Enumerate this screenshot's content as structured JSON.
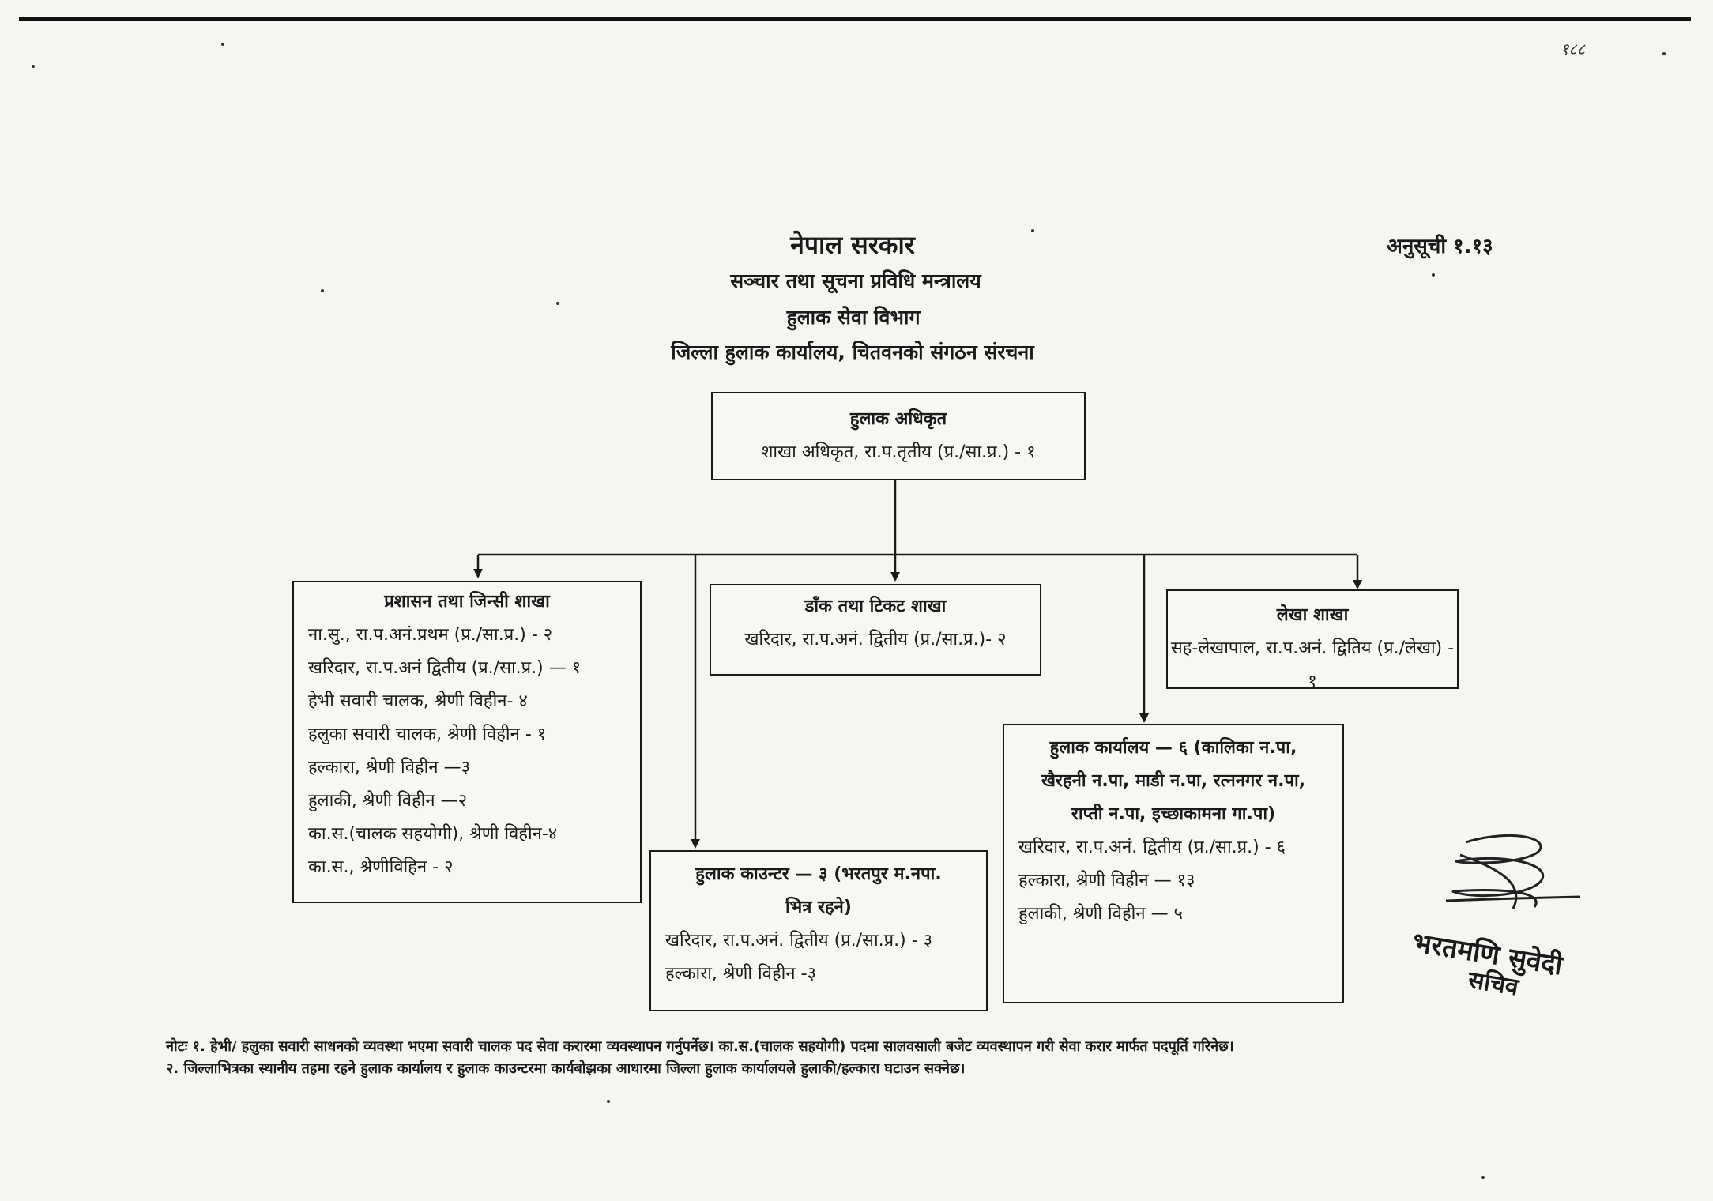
{
  "page_number": "१८८",
  "schedule_label": "अनुसूची १.१३",
  "header": {
    "government": "नेपाल सरकार",
    "ministry": "सञ्चार तथा सूचना प्रविधि मन्त्रालय",
    "department": "हुलाक सेवा विभाग",
    "title": "जिल्ला हुलाक कार्यालय, चितवनको संगठन संरचना"
  },
  "head_box": {
    "title": "हुलाक अधिकृत",
    "line": "शाखा अधिकृत, रा.प.तृतीय (प्र./सा.प्र.) - १"
  },
  "admin_box": {
    "title": "प्रशासन तथा जिन्सी शाखा",
    "lines": [
      "ना.सु., रा.प.अनं.प्रथम (प्र./सा.प्र.) - २",
      "खरिदार, रा.प.अनं द्वितीय (प्र./सा.प्र.) — १",
      "हेभी सवारी चालक, श्रेणी विहीन- ४",
      "हलुका सवारी चालक, श्रेणी विहीन - १",
      "हल्कारा, श्रेणी विहीन —३",
      "हुलाकी, श्रेणी विहीन —२",
      "का.स.(चालक सहयोगी), श्रेणी विहीन-४",
      "का.स., श्रेणीविहिन - २"
    ]
  },
  "dak_box": {
    "title": "डाँक तथा टिकट शाखा",
    "line": "खरिदार, रा.प.अनं. द्वितीय (प्र./सा.प्र.)- २"
  },
  "accounts_box": {
    "title": "लेखा शाखा",
    "line": "सह-लेखापाल, रा.प.अनं. द्वितिय (प्र./लेखा) - १"
  },
  "counter_box": {
    "title1": "हुलाक काउन्टर — ३ (भरतपुर म.नपा.",
    "title2": "भित्र रहने)",
    "lines": [
      "खरिदार, रा.प.अनं. द्वितीय (प्र./सा.प्र.) - ३",
      "हल्कारा, श्रेणी विहीन -३"
    ]
  },
  "office_box": {
    "title1": "हुलाक कार्यालय — ६ (कालिका न.पा,",
    "title2": "खैरहनी न.पा, माडी न.पा, रत्ननगर न.पा,",
    "title3": "राप्ती न.पा, इच्छाकामना गा.पा)",
    "lines": [
      "खरिदार, रा.प.अनं. द्वितीय (प्र./सा.प्र.) - ६",
      "हल्कारा, श्रेणी विहीन — १३",
      "हुलाकी, श्रेणी विहीन — ५"
    ]
  },
  "notes": [
    "नोटः १. हेभी/ हलुका सवारी साधनको व्यवस्था भएमा सवारी चालक पद सेवा करारमा व्यवस्थापन गर्नुपर्नेछ। का.स.(चालक सहयोगी) पदमा सालवसाली बजेट व्यवस्थापन गरी सेवा करार मार्फत पदपूर्ति गरिनेछ।",
    "२. जिल्लाभित्रका स्थानीय तहमा रहने हुलाक कार्यालय र हुलाक काउन्टरमा कार्यबोझका आधारमा जिल्ला हुलाक कार्यालयले हुलाकी/हल्कारा घटाउन सक्नेछ।"
  ],
  "signature": {
    "name": "भरतमणि सुवेदी",
    "title": "सचिव"
  }
}
